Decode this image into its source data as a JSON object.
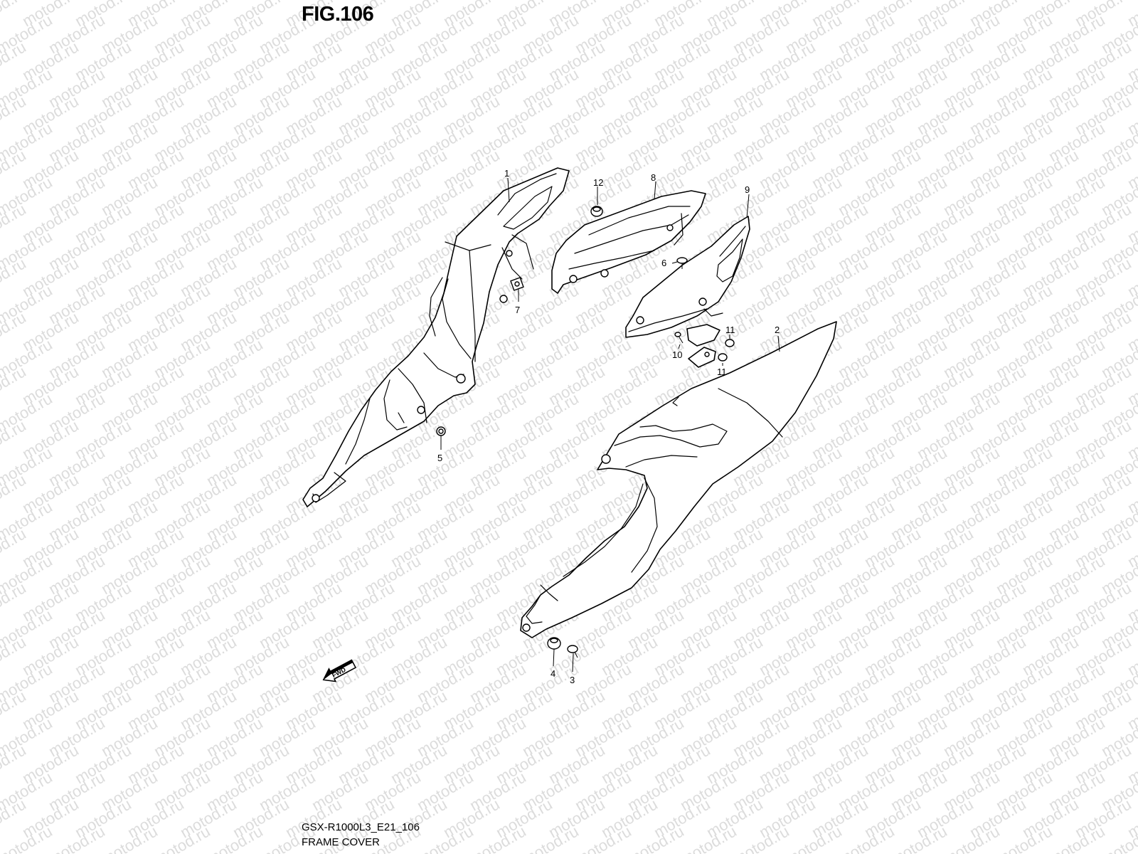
{
  "figure": {
    "title": "FIG.106"
  },
  "watermark_text": "motod.ru",
  "callouts": [
    "1",
    "2",
    "3",
    "4",
    "5",
    "6",
    "7",
    "8",
    "9",
    "10",
    "11",
    "11",
    "12"
  ],
  "fwd_label": "FWD",
  "footer": {
    "code": "GSX-R1000L3_E21_106",
    "name": "FRAME COVER"
  }
}
